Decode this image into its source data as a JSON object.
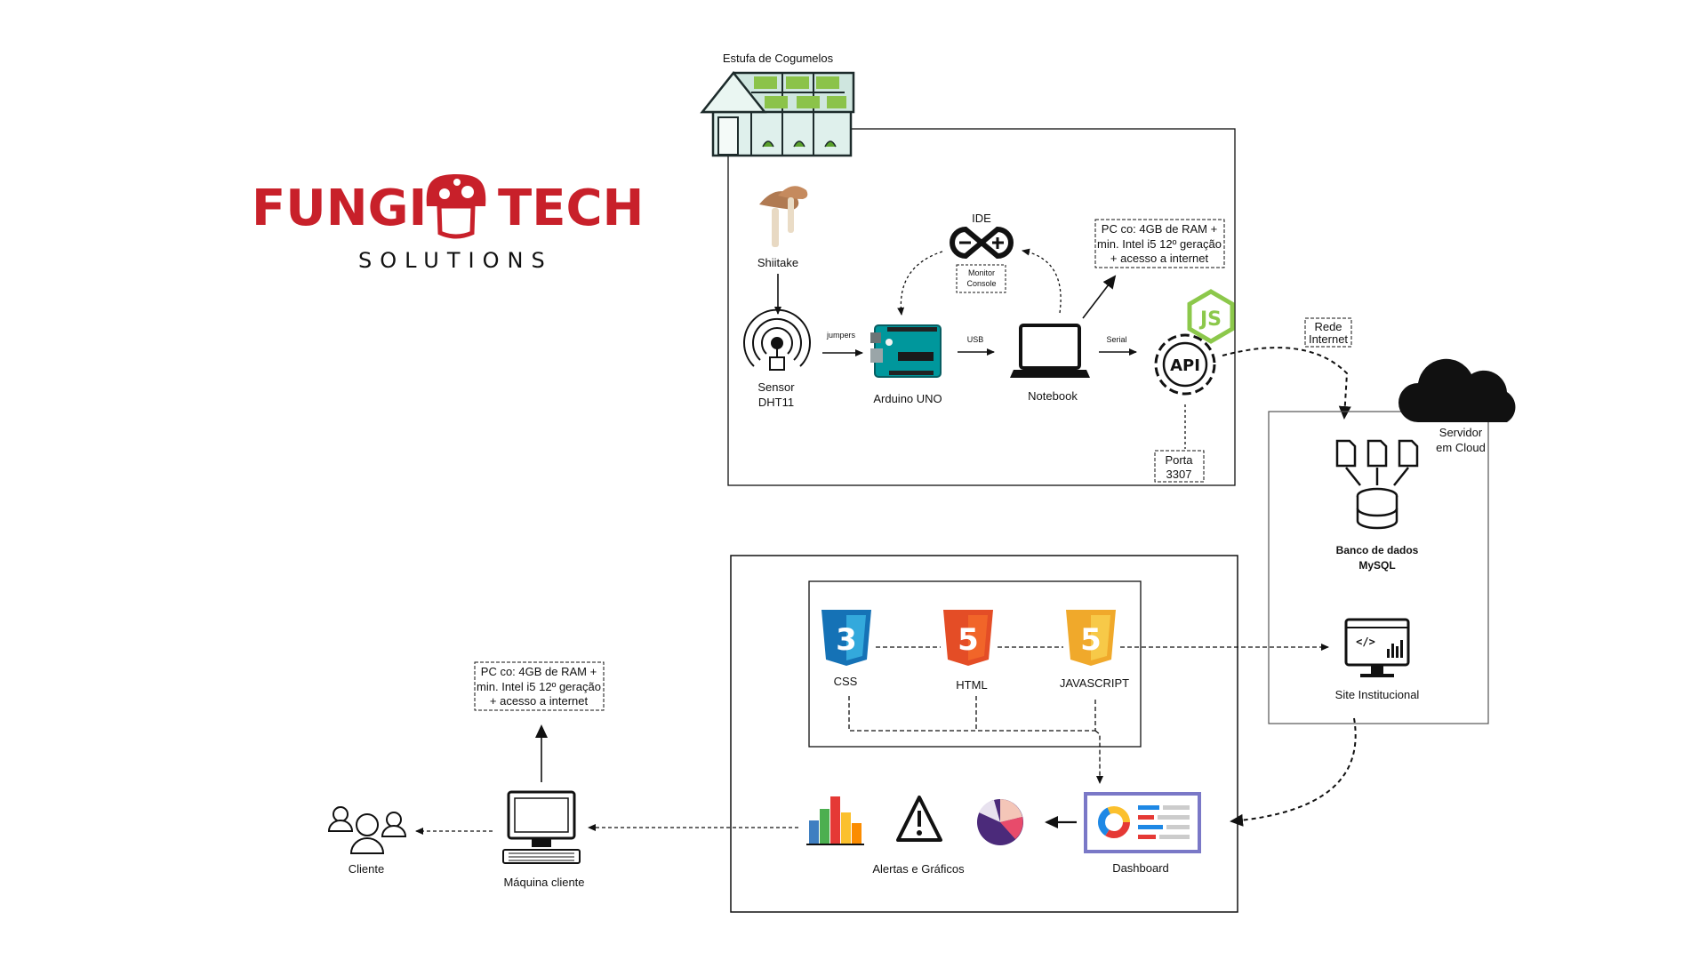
{
  "brand": {
    "word1": "FUNGI",
    "word2": "TECH",
    "subtitle": "SOLUTIONS",
    "color": "#c8202a"
  },
  "greenhouse": {
    "title": "Estufa de Cogumelos"
  },
  "nodes": {
    "shiitake": "Shiitake",
    "sensor": [
      "Sensor",
      "DHT11"
    ],
    "arduino": "Arduino UNO",
    "ide": "IDE",
    "monitor": [
      "Monitor",
      "Console"
    ],
    "notebook": "Notebook",
    "pc_spec_top": [
      "PC co: 4GB de RAM +",
      "min. Intel i5 12º geração",
      "+ acesso a internet"
    ],
    "api_port": [
      "Porta",
      "3307"
    ],
    "internet": [
      "Rede",
      "Internet"
    ],
    "cloud": [
      "Servidor",
      "em Cloud"
    ],
    "database": [
      "Banco de dados",
      "MySQL"
    ],
    "site": "Site Institucional",
    "css": "CSS",
    "html": "HTML",
    "javascript": "JAVASCRIPT",
    "dashboard": "Dashboard",
    "alerts": "Alertas e Gráficos",
    "client_machine": "Máquina cliente",
    "pc_spec_client": [
      "PC co: 4GB de RAM +",
      "min. Intel i5 12º geração",
      "+ acesso a internet"
    ],
    "client": "Cliente"
  },
  "edges": {
    "jumpers": "jumpers",
    "usb": "USB",
    "serial": "Serial"
  },
  "icons": {
    "ide": "arduino-ide-icon",
    "sensor": "sensor-antenna-icon",
    "arduino": "arduino-board-icon",
    "notebook": "laptop-icon",
    "api": "api-gear-icon",
    "node": "nodejs-icon",
    "cloud": "cloud-icon",
    "database": "database-icon",
    "site": "monitor-code-icon",
    "dashboard": "dashboard-icon",
    "alerts": "warning-icon",
    "barchart": "bar-chart-icon",
    "pie": "pie-chart-icon",
    "client_machine": "desktop-computer-icon",
    "client": "users-icon"
  },
  "colors": {
    "css": "#1572b6",
    "html": "#e44d26",
    "javascript": "#f0a92b",
    "nodejs": "#8cc84b",
    "arduino": "#00979c"
  }
}
